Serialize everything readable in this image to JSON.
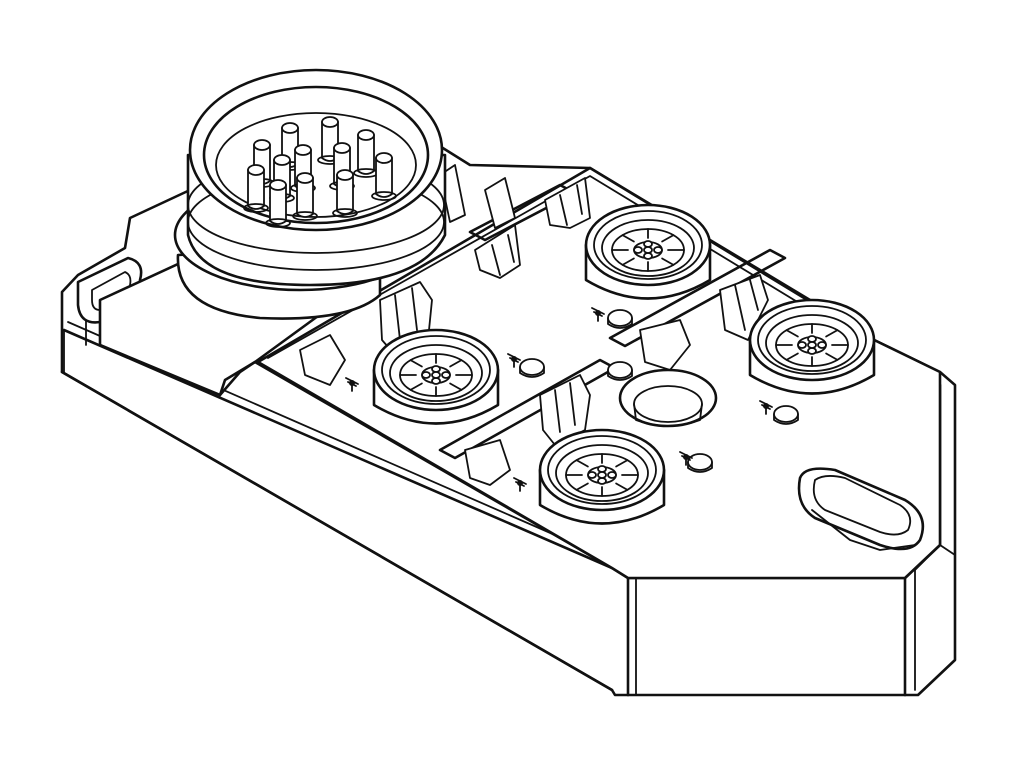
{
  "drawing": {
    "subject": "",
    "background_color": "#ffffff",
    "line_color": "#111111",
    "main_connector": {
      "pin_count": 12
    },
    "port_connectors": [
      {
        "id": "port-a"
      },
      {
        "id": "port-b"
      },
      {
        "id": "port-c"
      },
      {
        "id": "port-d"
      }
    ],
    "led_indicators": 5,
    "mounting_holes": 2
  }
}
